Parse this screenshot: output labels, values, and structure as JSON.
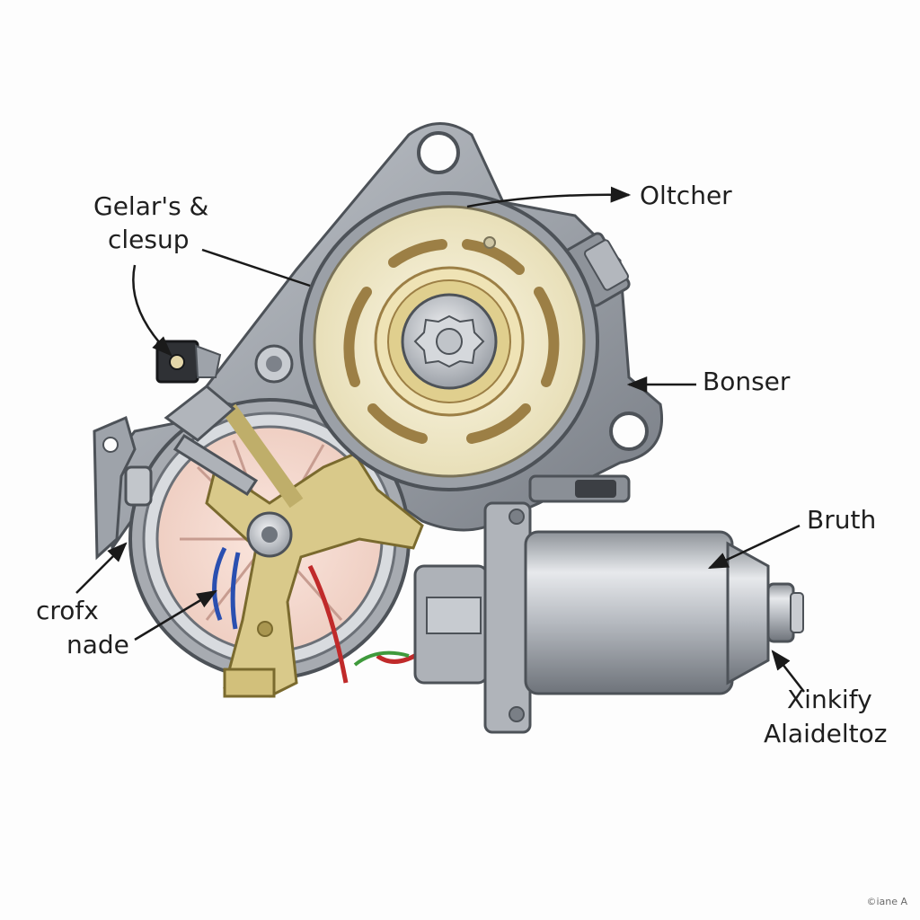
{
  "labels": {
    "gears_line1": "Gelar's &",
    "gears_line2": "clesup",
    "top_right": "Oltcher",
    "right_mid": "Bonser",
    "motor": "Bruth",
    "left_line1": "crofx",
    "left_line2": "nade",
    "shaft_line1": "Xinkify",
    "shaft_line2": "Alaideltoz"
  },
  "credit": "©iane A",
  "colors": {
    "housing": "#9ea3aa",
    "housing_dark": "#6f757d",
    "gear_plate": "#f1ead0",
    "bracket": "#d9c98a",
    "fan": "#f4d9cf",
    "motor": "#b8bcc2",
    "line": "#1a1a1a"
  }
}
